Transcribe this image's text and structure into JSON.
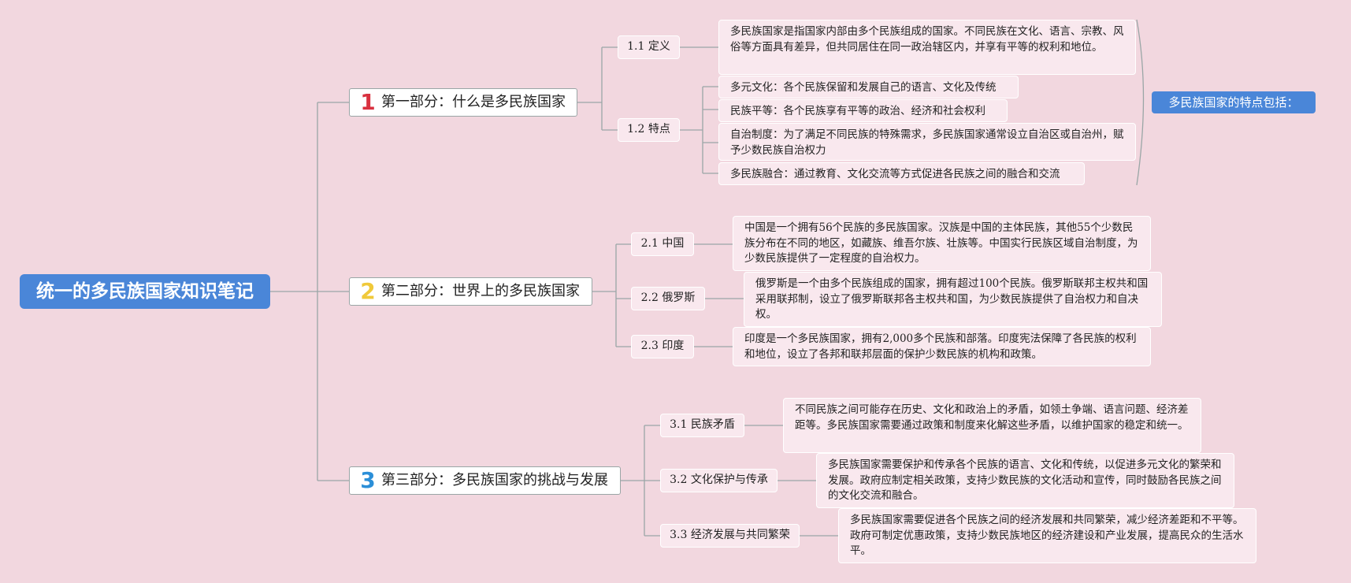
{
  "root": {
    "title": "统一的多民族国家知识笔记"
  },
  "colors": {
    "background": "#f2d7df",
    "root": "#4a86d8",
    "line": "#9aa6a6",
    "num1": "#d9313f",
    "num2": "#f0c93a",
    "num3": "#2b8fd8"
  },
  "sections": [
    {
      "num": "1",
      "title": "第一部分：什么是多民族国家",
      "subs": [
        {
          "label": "1.1 定义",
          "leaves": [
            "多民族国家是指国家内部由多个民族组成的国家。不同民族在文化、语言、宗教、风俗等方面具有差异，但共同居住在同一政治辖区内，并享有平等的权利和地位。"
          ]
        },
        {
          "label": "1.2 特点",
          "leaves": [
            "多元文化：各个民族保留和发展自己的语言、文化及传统",
            "民族平等：各个民族享有平等的政治、经济和社会权利",
            "自治制度：为了满足不同民族的特殊需求，多民族国家通常设立自治区或自治州，赋予少数民族自治权力",
            "多民族融合：通过教育、文化交流等方式促进各民族之间的融合和交流"
          ]
        }
      ]
    },
    {
      "num": "2",
      "title": "第二部分：世界上的多民族国家",
      "subs": [
        {
          "label": "2.1 中国",
          "leaves": [
            "中国是一个拥有56个民族的多民族国家。汉族是中国的主体民族，其他55个少数民族分布在不同的地区，如藏族、维吾尔族、壮族等。中国实行民族区域自治制度，为少数民族提供了一定程度的自治权力。"
          ]
        },
        {
          "label": "2.2 俄罗斯",
          "leaves": [
            "俄罗斯是一个由多个民族组成的国家，拥有超过100个民族。俄罗斯联邦主权共和国采用联邦制，设立了俄罗斯联邦各主权共和国，为少数民族提供了自治权力和自决权。"
          ]
        },
        {
          "label": "2.3 印度",
          "leaves": [
            "印度是一个多民族国家，拥有2,000多个民族和部落。印度宪法保障了各民族的权利和地位，设立了各邦和联邦层面的保护少数民族的机构和政策。"
          ]
        }
      ]
    },
    {
      "num": "3",
      "title": "第三部分：多民族国家的挑战与发展",
      "subs": [
        {
          "label": "3.1 民族矛盾",
          "leaves": [
            "不同民族之间可能存在历史、文化和政治上的矛盾，如领土争端、语言问题、经济差距等。多民族国家需要通过政策和制度来化解这些矛盾，以维护国家的稳定和统一。"
          ]
        },
        {
          "label": "3.2 文化保护与传承",
          "leaves": [
            "多民族国家需要保护和传承各个民族的语言、文化和传统，以促进多元文化的繁荣和发展。政府应制定相关政策，支持少数民族的文化活动和宣传，同时鼓励各民族之间的文化交流和融合。"
          ]
        },
        {
          "label": "3.3 经济发展与共同繁荣",
          "leaves": [
            "多民族国家需要促进各个民族之间的经济发展和共同繁荣，减少经济差距和不平等。政府可制定优惠政策，支持少数民族地区的经济建设和产业发展，提高民众的生活水平。"
          ]
        }
      ]
    }
  ],
  "summary": "多民族国家的特点包括："
}
